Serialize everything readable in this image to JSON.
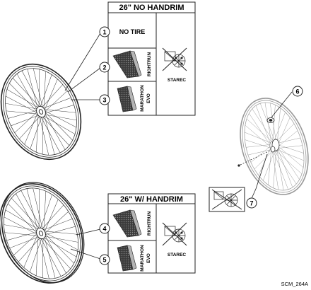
{
  "top_table": {
    "title": "26\" NO HANDRIM",
    "row1_label": "NO TIRE",
    "row2_label": "RIGHTRUN",
    "row3_label_line1": "MARATHON",
    "row3_label_line2": "EVO",
    "side_label": "STAREC"
  },
  "bottom_table": {
    "title": "26\" W/ HANDRIM",
    "row1_label": "RIGHTRUN",
    "row2_label_line1": "MARATHON",
    "row2_label_line2": "EVO",
    "side_label": "STAREC"
  },
  "callouts": [
    "1",
    "2",
    "3",
    "4",
    "5",
    "6",
    "7"
  ],
  "figure_code": "SCM_264A"
}
